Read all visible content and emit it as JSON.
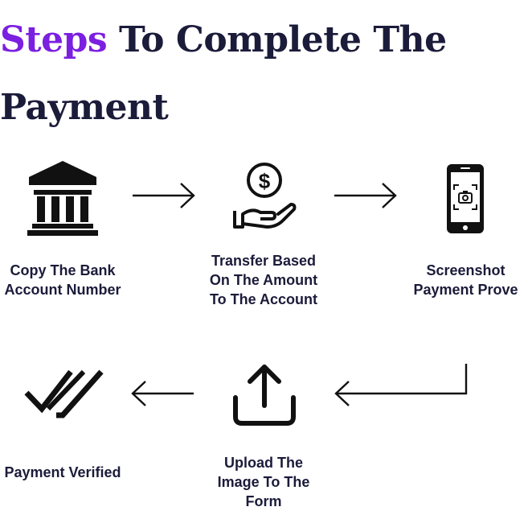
{
  "title": {
    "accent": "Steps",
    "rest": " To Complete The Payment"
  },
  "steps": [
    {
      "icon": "bank-icon",
      "lines": [
        "Copy The Bank",
        "Account Number"
      ]
    },
    {
      "icon": "money-hand-icon",
      "lines": [
        "Transfer Based",
        "On The Amount",
        "To The Account"
      ]
    },
    {
      "icon": "phone-camera-icon",
      "lines": [
        "Screenshot",
        "Payment Prove"
      ]
    },
    {
      "icon": "upload-icon",
      "lines": [
        "Upload The",
        "Image To The",
        "Form"
      ]
    },
    {
      "icon": "double-check-icon",
      "lines": [
        "Payment Verified"
      ]
    }
  ],
  "colors": {
    "accent": "#7b1fe0",
    "text": "#1b1b3a",
    "icon": "#111111"
  }
}
